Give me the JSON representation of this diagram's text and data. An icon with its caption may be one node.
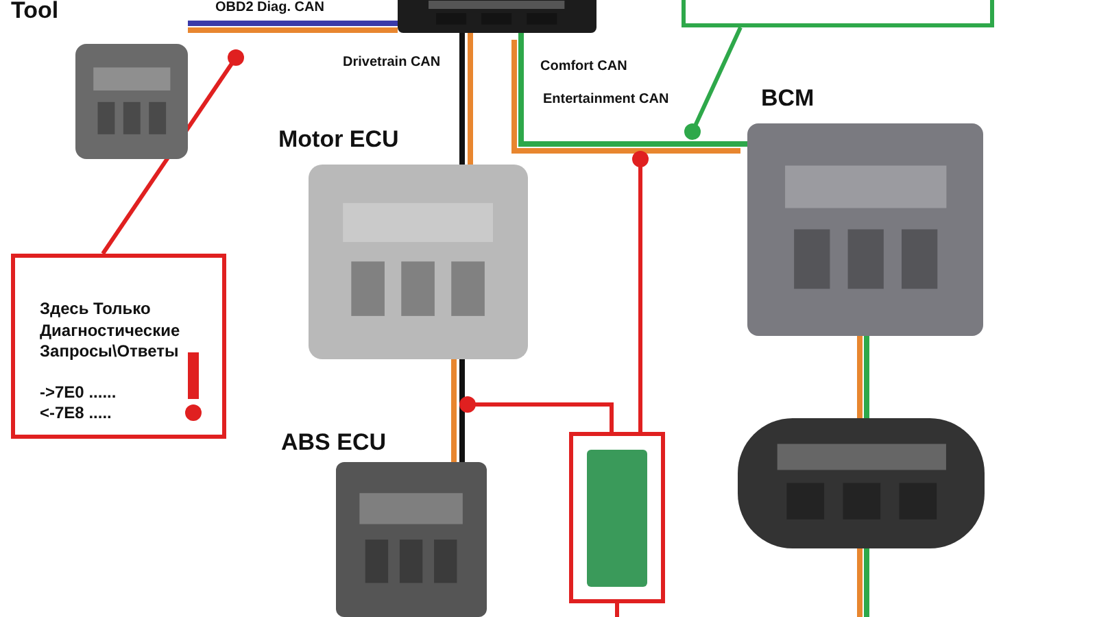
{
  "diagram": {
    "nodes": [
      {
        "text": [],
        "shape": "picture",
        "beside": [
          "Tool"
        ]
      },
      {
        "text": [],
        "shape": "picture"
      },
      {
        "text": [],
        "shape": "picture",
        "beside": [
          "Motor ECU"
        ]
      },
      {
        "text": [],
        "shape": "picture",
        "beside": [
          "ABS ECU"
        ]
      },
      {
        "text": [],
        "shape": "picture",
        "beside": [
          "BCM"
        ]
      },
      {
        "text": [],
        "shape": "picture"
      },
      {
        "text": [],
        "shape": "picture"
      },
      {
        "text": [
          "Здесь Только Диагностические Запросы\\Ответы",
          "->7E0 ......",
          "<-7E8 ....."
        ]
      },
      {
        "text": [],
        "shape": "box"
      }
    ],
    "edges": [
      {
        "from": 0,
        "to": 1,
        "arrow": "none",
        "label": "OBD2 Diag. CAN",
        "color": "#3a3aa8"
      },
      {
        "from": 1,
        "to": 2,
        "arrow": "none",
        "label": "Drivetrain CAN",
        "color": "#111111"
      },
      {
        "from": 2,
        "to": 3,
        "arrow": "none",
        "color": "#111111"
      },
      {
        "from": 1,
        "to": 4,
        "arrow": "none",
        "label": "Comfort CAN",
        "color": "#2ea84a"
      },
      {
        "from": 4,
        "to": 5,
        "arrow": "none",
        "color": "#2ea84a"
      },
      {
        "from": 5,
        "to": null,
        "arrow": "none",
        "color": "#2ea84a"
      },
      {
        "from": 6,
        "to": null,
        "arrow": "other",
        "color": "#e02020"
      },
      {
        "from": 6,
        "to": null,
        "arrow": "other",
        "color": "#e02020"
      },
      {
        "from": 6,
        "to": null,
        "arrow": "none",
        "color": "#e02020"
      },
      {
        "from": 7,
        "to": null,
        "arrow": "other",
        "color": "#e02020"
      },
      {
        "from": 8,
        "to": null,
        "arrow": "other",
        "color": "#2ea84a"
      }
    ],
    "labels": [
      "Entertainment CAN"
    ]
  }
}
